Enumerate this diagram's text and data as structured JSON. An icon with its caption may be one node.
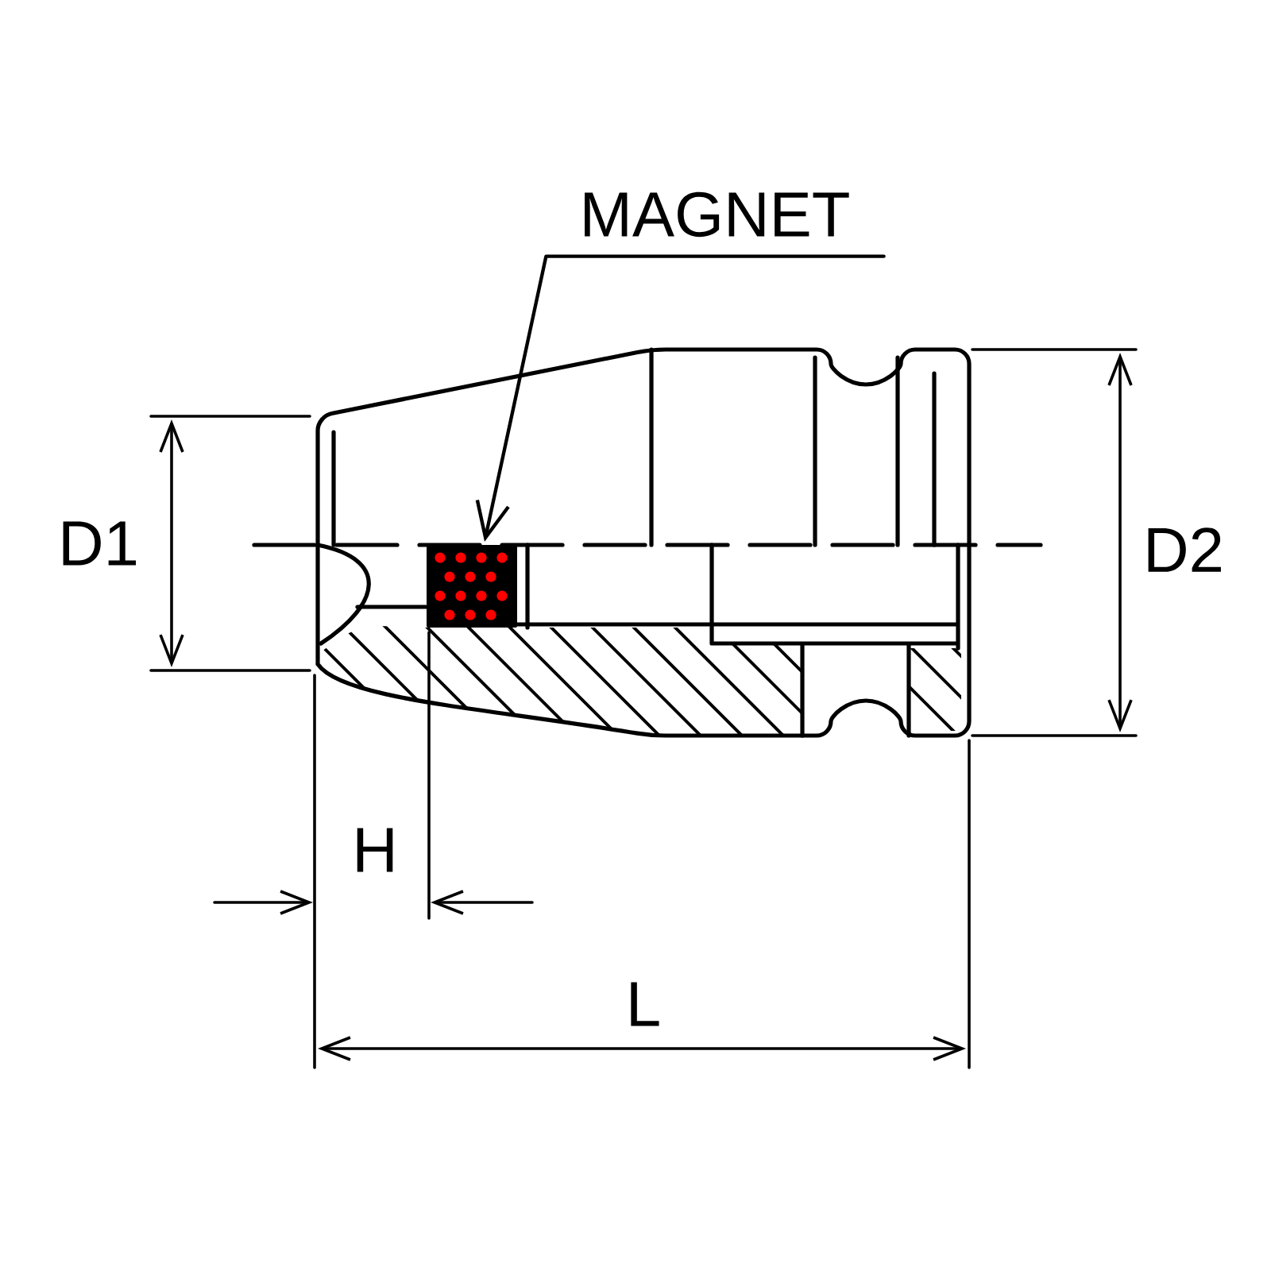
{
  "diagram": {
    "nodes": [
      {
        "text": [
          "MAGNET"
        ]
      },
      {
        "text": [],
        "shape": "box"
      }
    ],
    "edges": [
      {
        "from": 0,
        "to": 1,
        "arrow": "to"
      }
    ],
    "labels": [
      "D1",
      "D2",
      "H",
      "L"
    ]
  }
}
